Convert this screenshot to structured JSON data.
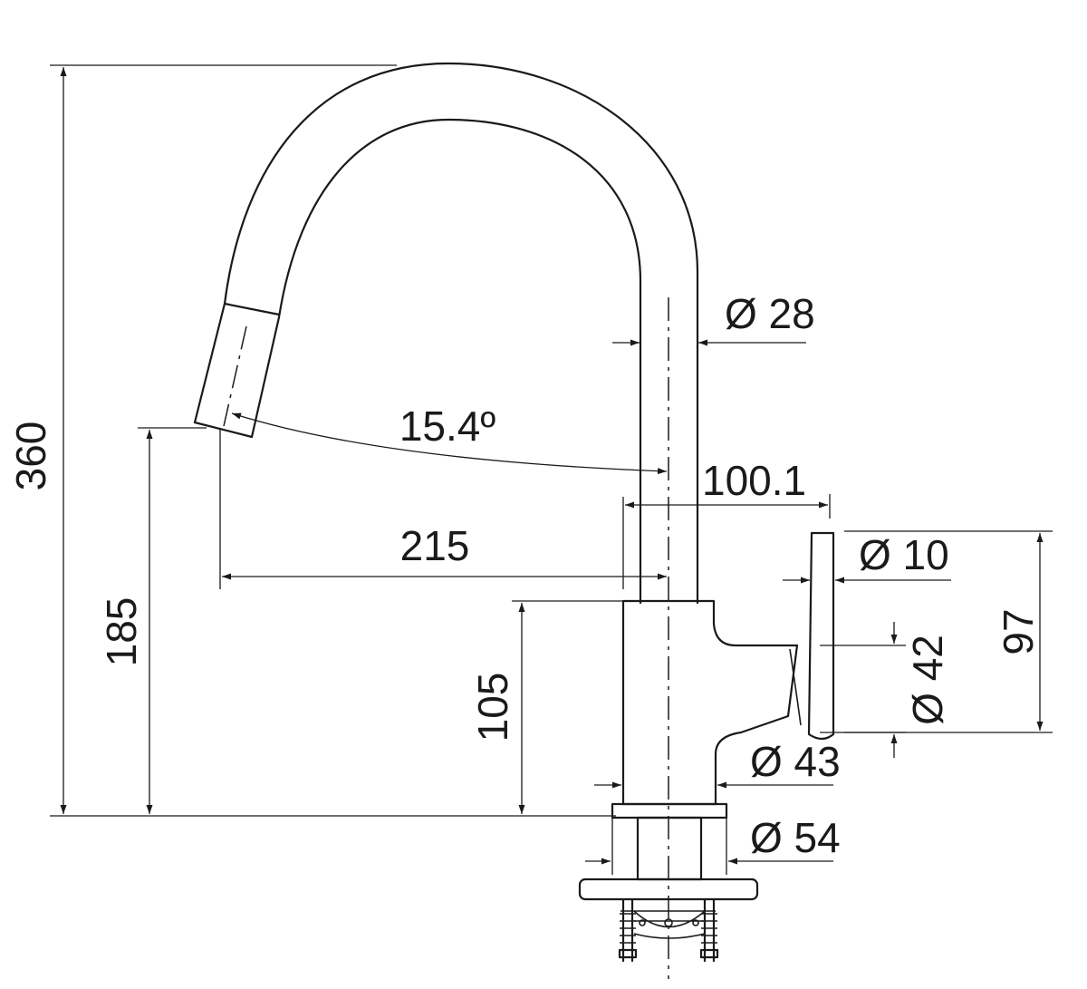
{
  "dimensions": {
    "total_height": "360",
    "spout_height": "185",
    "body_height": "105",
    "reach": "215",
    "spout_angle": "15.4º",
    "spout_diameter": "Ø 28",
    "lever_offset": "100.1",
    "lever_diameter": "Ø 10",
    "lever_length": "97",
    "handle_diameter": "Ø 42",
    "body_diameter": "Ø 43",
    "base_diameter": "Ø 54"
  },
  "colors": {
    "line": "#1a1a1a",
    "background": "#ffffff"
  }
}
